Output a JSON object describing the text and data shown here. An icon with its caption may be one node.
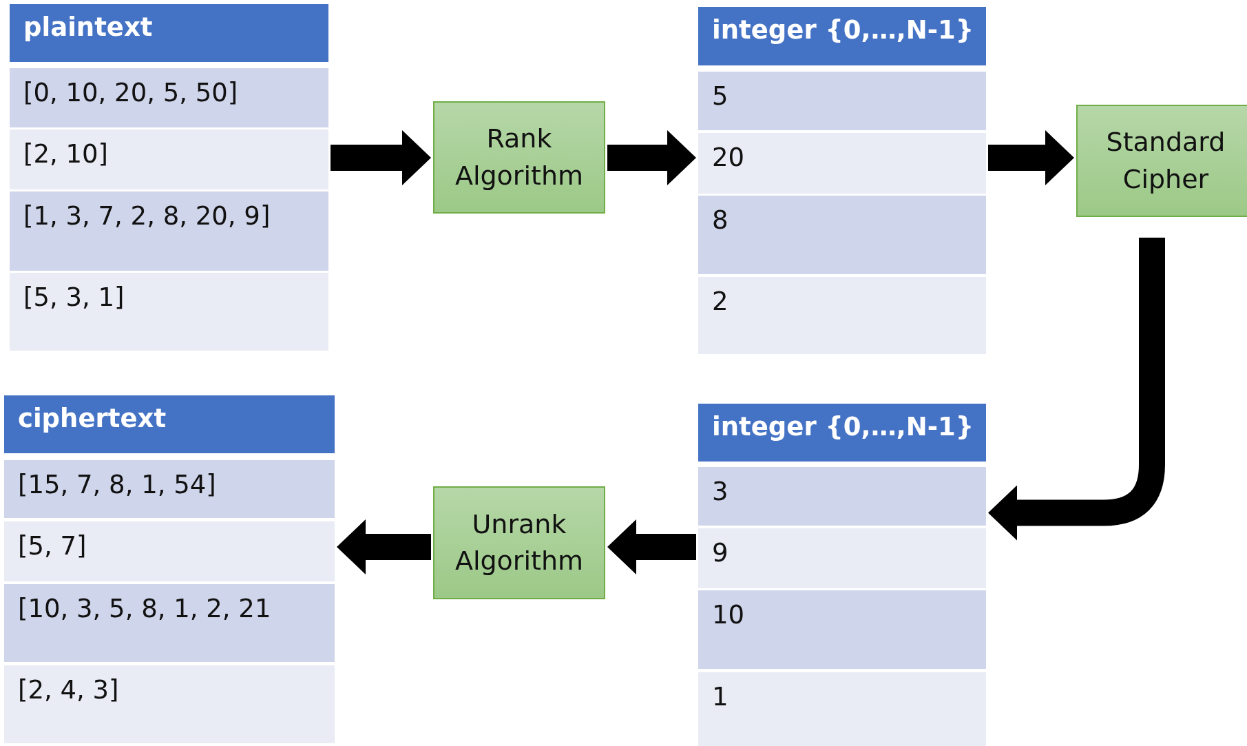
{
  "diagram": {
    "nodes": [
      {
        "text": [
          "plaintext"
        ]
      },
      {
        "text": [
          "[0, 10, 20, 5, 50]"
        ],
        "in": 0
      },
      {
        "text": [
          "[2, 10]"
        ],
        "in": 0
      },
      {
        "text": [
          "[1, 3, 7, 2, 8, 20, 9]"
        ],
        "in": 0
      },
      {
        "text": [
          "[5, 3, 1]"
        ],
        "in": 0
      },
      {
        "text": [
          "Rank Algorithm"
        ]
      },
      {
        "text": [
          "integer {0,…,N-1}"
        ]
      },
      {
        "text": [
          "5"
        ],
        "in": 6
      },
      {
        "text": [
          "20"
        ],
        "in": 6
      },
      {
        "text": [
          "8"
        ],
        "in": 6
      },
      {
        "text": [
          "2"
        ],
        "in": 6
      },
      {
        "text": [
          "Standard Cipher"
        ]
      },
      {
        "text": [
          "integer {0,…,N-1}"
        ]
      },
      {
        "text": [
          "3"
        ],
        "in": 12
      },
      {
        "text": [
          "9"
        ],
        "in": 12
      },
      {
        "text": [
          "10"
        ],
        "in": 12
      },
      {
        "text": [
          "1"
        ],
        "in": 12
      },
      {
        "text": [
          "Unrank Algorithm"
        ]
      },
      {
        "text": [
          "ciphertext"
        ]
      },
      {
        "text": [
          "[15, 7, 8, 1, 54]"
        ],
        "in": 18
      },
      {
        "text": [
          "[5, 7]"
        ],
        "in": 18
      },
      {
        "text": [
          "[10, 3, 5, 8, 1, 2, 21"
        ],
        "in": 18
      },
      {
        "text": [
          "[2, 4, 3]"
        ],
        "in": 18
      }
    ],
    "edges": [
      {
        "from": 0,
        "to": 5,
        "arrow": "to"
      },
      {
        "from": 5,
        "to": 6,
        "arrow": "to"
      },
      {
        "from": 6,
        "to": 11,
        "arrow": "to"
      },
      {
        "from": 11,
        "to": 12,
        "arrow": "to"
      },
      {
        "from": 12,
        "to": 17,
        "arrow": "to"
      },
      {
        "from": 17,
        "to": 18,
        "arrow": "to"
      }
    ]
  }
}
